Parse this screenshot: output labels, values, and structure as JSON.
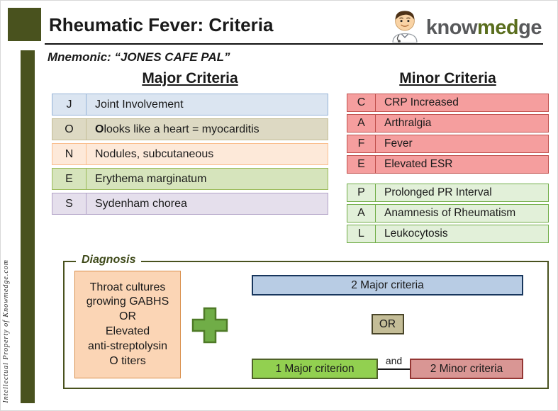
{
  "slide": {
    "title": "Rheumatic Fever: Criteria",
    "mnemonic": "Mnemonic: “JONES CAFE PAL”",
    "watermark": "Intellectual Property of Knowmedge.com"
  },
  "accent": {
    "fill": "#49521E"
  },
  "logo": {
    "know": {
      "text": "know",
      "color": "#58595B"
    },
    "med": {
      "text": "med",
      "color": "#5A6E1E"
    },
    "ge": {
      "text": "ge",
      "color": "#58595B"
    }
  },
  "major": {
    "heading": "Major Criteria",
    "rows": [
      {
        "letter": "J",
        "bold": "",
        "text": "Joint Involvement",
        "fill": "#DBE5F1",
        "border": "#95B3D7"
      },
      {
        "letter": "O",
        "bold": "O",
        "text": " looks like a heart = myocarditis",
        "fill": "#DDD9C3",
        "border": "#C4BD97"
      },
      {
        "letter": "N",
        "bold": "",
        "text": "Nodules, subcutaneous",
        "fill": "#FDE9D9",
        "border": "#FABF8F"
      },
      {
        "letter": "E",
        "bold": "",
        "text": "Erythema marginatum",
        "fill": "#D6E4BC",
        "border": "#9BBB59"
      },
      {
        "letter": "S",
        "bold": "",
        "text": "Sydenham chorea",
        "fill": "#E5DFEC",
        "border": "#B2A2C7"
      }
    ]
  },
  "minor": {
    "heading": "Minor Criteria",
    "cafe_rows": [
      {
        "letter": "C",
        "text": "CRP Increased",
        "fill": "#F59E9E",
        "border": "#C0504D"
      },
      {
        "letter": "A",
        "text": "Arthralgia",
        "fill": "#F59E9E",
        "border": "#C0504D"
      },
      {
        "letter": "F",
        "text": "Fever",
        "fill": "#F59E9E",
        "border": "#C0504D"
      },
      {
        "letter": "E",
        "text": "Elevated ESR",
        "fill": "#F59E9E",
        "border": "#C0504D"
      }
    ],
    "pal_rows": [
      {
        "letter": "P",
        "text": "Prolonged PR Interval",
        "fill": "#E2F0D9",
        "border": "#70AD47"
      },
      {
        "letter": "A",
        "text": "Anamnesis of Rheumatism",
        "fill": "#E2F0D9",
        "border": "#70AD47"
      },
      {
        "letter": "L",
        "text": "Leukocytosis",
        "fill": "#E2F0D9",
        "border": "#70AD47"
      }
    ]
  },
  "diagnosis": {
    "label": "Diagnosis",
    "throat_text": "Throat cultures\ngrowing GABHS\nOR\nElevated\nanti-streptolysin\nO titers",
    "major2_label": "2 Major criteria",
    "or_label": "OR",
    "major1_label": "1 Major criterion",
    "and_label": "and",
    "minor2_label": "2 Minor criteria",
    "colors": {
      "box": {
        "border": "#49521E"
      },
      "label": {
        "color": "#3F4A1A"
      },
      "throat": {
        "fill": "#FBD5B5",
        "border": "#D98E4A"
      },
      "plus": {
        "fill": "#70AD47",
        "border": "#4E7A27"
      },
      "major2": {
        "fill": "#B8CCE4",
        "border": "#17365D"
      },
      "or": {
        "fill": "#C4BD97",
        "border": "#494529"
      },
      "major1": {
        "fill": "#92D050",
        "border": "#4F6228"
      },
      "minor2": {
        "fill": "#D99694",
        "border": "#943634"
      }
    }
  }
}
